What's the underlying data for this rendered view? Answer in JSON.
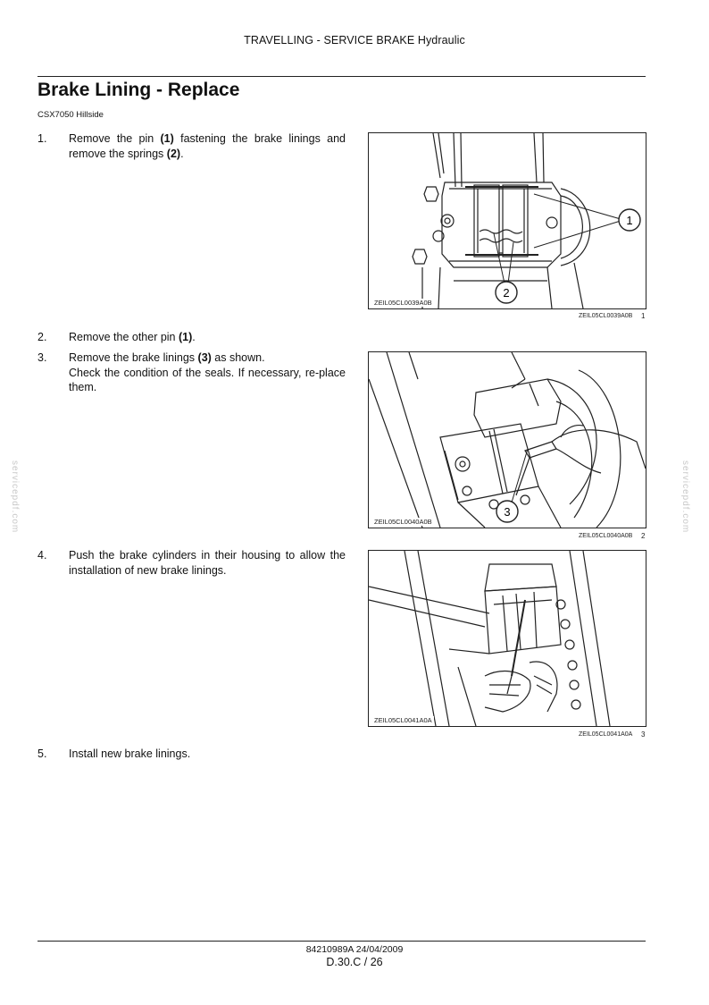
{
  "header": {
    "section": "TRAVELLING - SERVICE BRAKE Hydraulic"
  },
  "title": "Brake Lining - Replace",
  "model": "CSX7050 Hillside",
  "steps": [
    {
      "num": "1.",
      "text_a": "Remove the pin ",
      "bold_1": "(1)",
      "text_b": " fastening the brake linings and remove the springs ",
      "bold_2": "(2)",
      "text_c": "."
    },
    {
      "num": "2.",
      "text_a": "Remove the other pin ",
      "bold_1": "(1)",
      "text_b": "."
    },
    {
      "num": "3.",
      "text_a": "Remove the brake linings ",
      "bold_1": "(3)",
      "text_b": " as shown.",
      "line2": "Check the condition of the seals.  If necessary, re-place them."
    },
    {
      "num": "4.",
      "text": "Push the brake cylinders in their housing to allow the installation of new brake linings."
    },
    {
      "num": "5.",
      "text": "Install new brake linings."
    }
  ],
  "figures": [
    {
      "code": "ZEIL05CL0039A0B",
      "caption": "ZEIL05CL0039A0B",
      "number": "1",
      "callouts": [
        "1",
        "2"
      ]
    },
    {
      "code": "ZEIL05CL0040A0B",
      "caption": "ZEIL05CL0040A0B",
      "number": "2",
      "callouts": [
        "3"
      ]
    },
    {
      "code": "ZEIL05CL0041A0A",
      "caption": "ZEIL05CL0041A0A",
      "number": "3",
      "callouts": []
    }
  ],
  "watermark": "servicepdf.com",
  "footer": {
    "doc": "84210989A 24/04/2009",
    "page": "D.30.C / 26"
  }
}
